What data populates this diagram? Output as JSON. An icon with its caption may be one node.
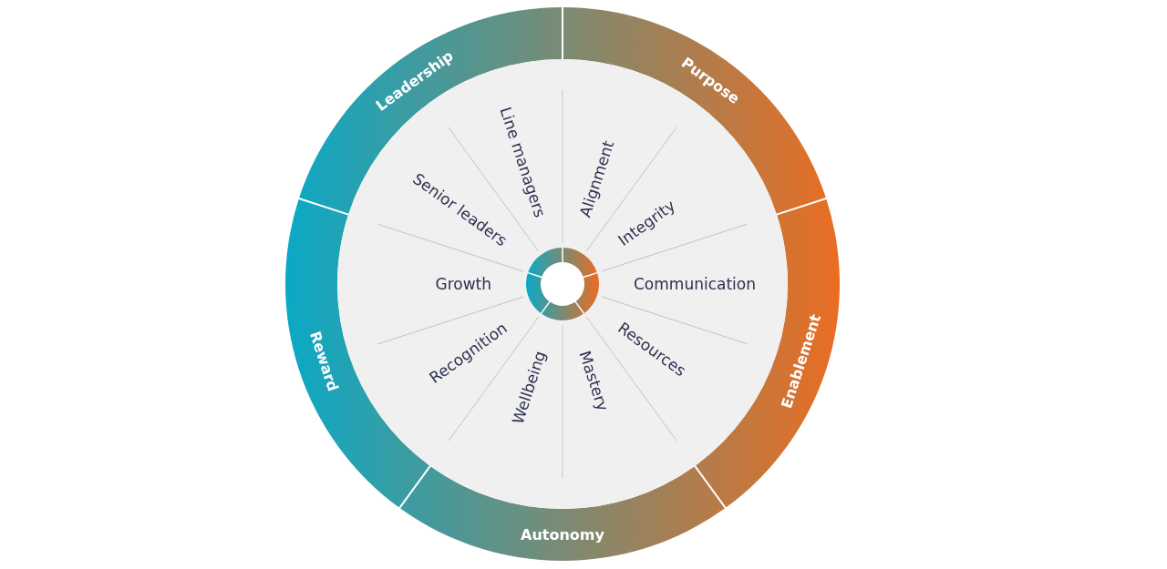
{
  "diagram": {
    "nodes": [
      {
        "text": [
          "Purpose"
        ]
      },
      {
        "text": [
          "Enablement"
        ]
      },
      {
        "text": [
          "Autonomy"
        ]
      },
      {
        "text": [
          "Reward"
        ]
      },
      {
        "text": [
          "Leadership"
        ]
      },
      {
        "text": [
          "Alignment"
        ]
      },
      {
        "text": [
          "Integrity"
        ]
      },
      {
        "text": [
          "Communication"
        ]
      },
      {
        "text": [
          "Resources"
        ]
      },
      {
        "text": [
          "Mastery"
        ]
      },
      {
        "text": [
          "Wellbeing"
        ]
      },
      {
        "text": [
          "Recognition"
        ]
      },
      {
        "text": [
          "Growth"
        ]
      },
      {
        "text": [
          "Senior leaders"
        ]
      },
      {
        "text": [
          "Line managers"
        ]
      }
    ]
  }
}
